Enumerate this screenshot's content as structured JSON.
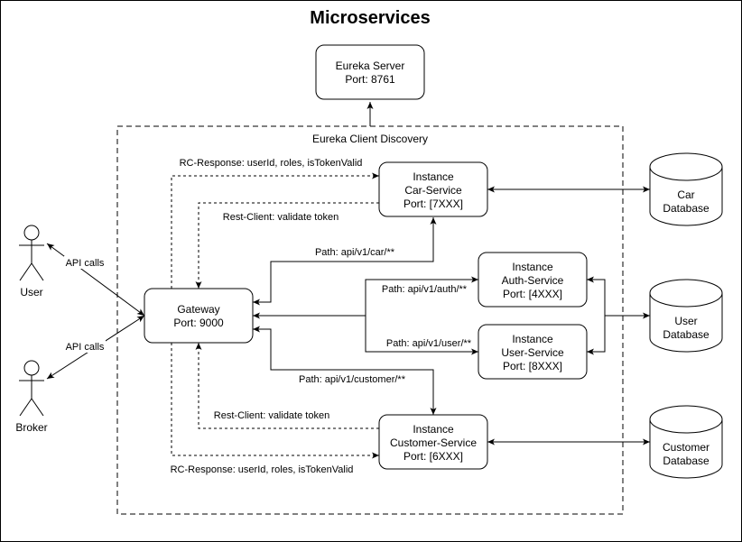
{
  "title": "Microservices",
  "discovery": {
    "label": "Eureka Client Discovery"
  },
  "eureka": {
    "line1": "Eureka Server",
    "line2": "Port: 8761"
  },
  "gateway": {
    "line1": "Gateway",
    "line2": "Port: 9000"
  },
  "car_service": {
    "line1": "Instance",
    "line2": "Car-Service",
    "line3": "Port: [7XXX]"
  },
  "auth_service": {
    "line1": "Instance",
    "line2": "Auth-Service",
    "line3": "Port: [4XXX]"
  },
  "user_service": {
    "line1": "Instance",
    "line2": "User-Service",
    "line3": "Port: [8XXX]"
  },
  "customer_service": {
    "line1": "Instance",
    "line2": "Customer-Service",
    "line3": "Port: [6XXX]"
  },
  "car_db": {
    "line1": "Car",
    "line2": "Database"
  },
  "user_db": {
    "line1": "User",
    "line2": "Database"
  },
  "customer_db": {
    "line1": "Customer",
    "line2": "Database"
  },
  "actors": {
    "user": "User",
    "broker": "Broker"
  },
  "edges": {
    "api_calls_user": "API calls",
    "api_calls_broker": "API calls",
    "rc_response_top": "RC-Response: userId, roles, isTokenValid",
    "rest_client_top": "Rest-Client: validate token",
    "path_car": "Path: api/v1/car/**",
    "path_auth": "Path: api/v1/auth/**",
    "path_user": "Path: api/v1/user/**",
    "path_customer": "Path: api/v1/customer/**",
    "rest_client_bottom": "Rest-Client: validate token",
    "rc_response_bottom": "RC-Response: userId, roles, isTokenValid"
  }
}
